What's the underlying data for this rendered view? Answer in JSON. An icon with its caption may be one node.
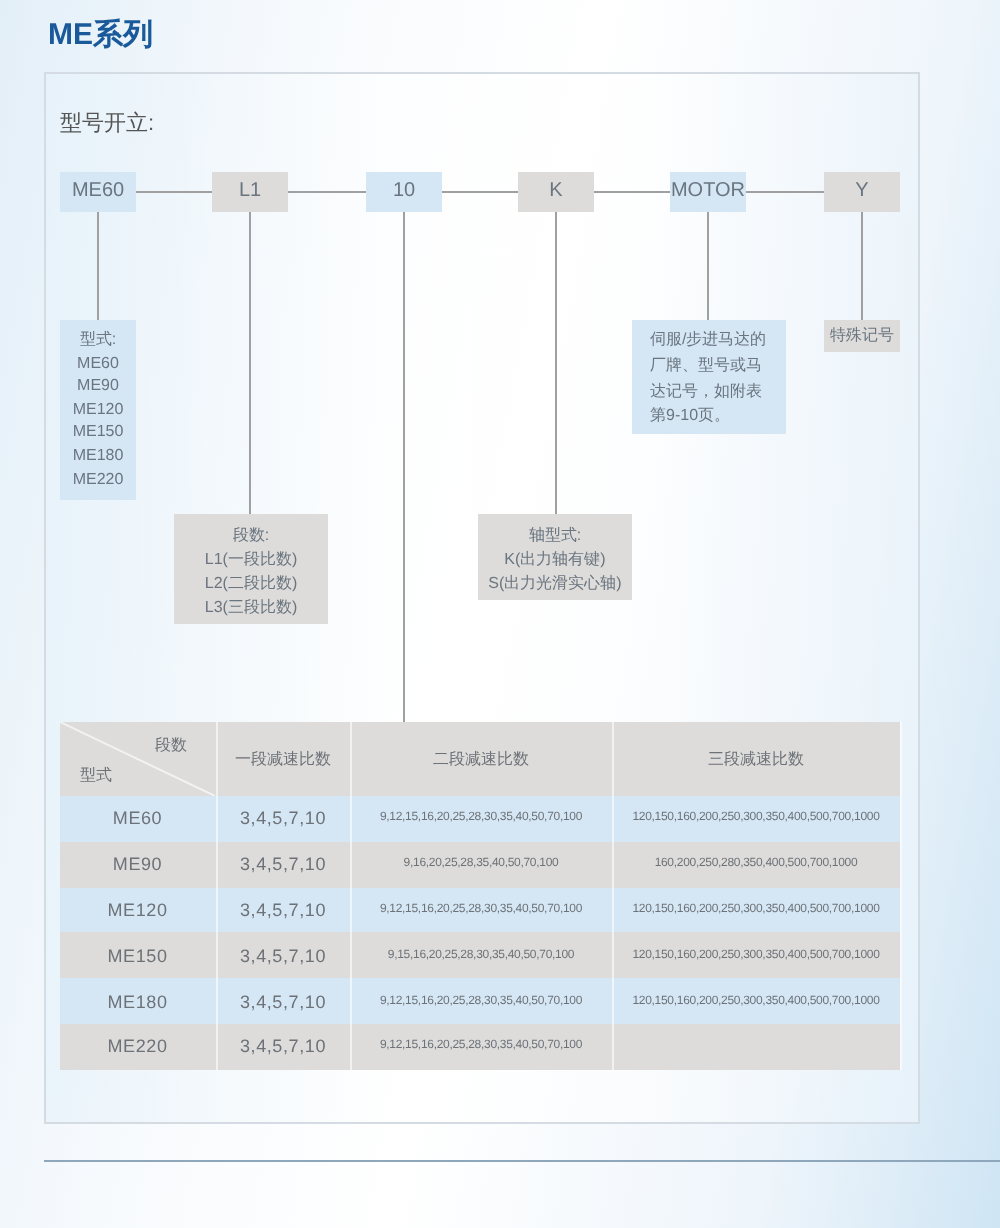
{
  "diagram": {
    "title": "ME系列",
    "nodes": [
      {
        "text": [
          "ME60"
        ]
      },
      {
        "text": [
          "L1"
        ]
      },
      {
        "text": [
          "10"
        ]
      },
      {
        "text": [
          "K"
        ]
      },
      {
        "text": [
          "MOTOR"
        ]
      },
      {
        "text": [
          "Y"
        ]
      },
      {
        "text": [
          "型式:",
          "ME60",
          "ME90",
          "ME120",
          "ME150",
          "ME180",
          "ME220"
        ]
      },
      {
        "text": [
          "段数:",
          "L1(一段比数)",
          "L2(二段比数)",
          "L3(三段比数)"
        ]
      },
      {
        "text": [
          "轴型式:",
          "K(出力轴有键)",
          "S(出力光滑实心轴)"
        ]
      },
      {
        "text": [
          "伺服/步进马达的厂牌、型号或马达记号，如附表第9-10页。"
        ]
      },
      {
        "text": [
          "特殊记号"
        ]
      }
    ],
    "edges": [
      {
        "from": 0,
        "to": 1,
        "arrow": "none"
      },
      {
        "from": 1,
        "to": 2,
        "arrow": "none"
      },
      {
        "from": 2,
        "to": 3,
        "arrow": "none"
      },
      {
        "from": 3,
        "to": 4,
        "arrow": "none"
      },
      {
        "from": 4,
        "to": 5,
        "arrow": "none"
      },
      {
        "from": 0,
        "to": 6,
        "arrow": "none"
      },
      {
        "from": 1,
        "to": 7,
        "arrow": "none"
      },
      {
        "from": 2,
        "to": null,
        "arrow": "none"
      },
      {
        "from": 3,
        "to": 8,
        "arrow": "none"
      },
      {
        "from": 4,
        "to": 9,
        "arrow": "none"
      },
      {
        "from": 5,
        "to": 10,
        "arrow": "none"
      }
    ],
    "labels": [
      "型号开立:",
      "段数",
      "型式",
      "一段减速比数",
      "二段减速比数",
      "三段减速比数",
      "ME60",
      "3,4,5,7,10",
      "9,12,15,16,20,25,28,30,35,40,50,70,100",
      "120,150,160,200,250,300,350,400,500,700,1000",
      "ME90",
      "3,4,5,7,10",
      "9,16,20,25,28,35,40,50,70,100",
      "160,200,250,280,350,400,500,700,1000",
      "ME120",
      "3,4,5,7,10",
      "9,12,15,16,20,25,28,30,35,40,50,70,100",
      "120,150,160,200,250,300,350,400,500,700,1000",
      "ME150",
      "3,4,5,7,10",
      "9,15,16,20,25,28,30,35,40,50,70,100",
      "120,150,160,200,250,300,350,400,500,700,1000",
      "ME180",
      "3,4,5,7,10",
      "9,12,15,16,20,25,28,30,35,40,50,70,100",
      "120,150,160,200,250,300,350,400,500,700,1000",
      "ME220",
      "3,4,5,7,10",
      "9,12,15,16,20,25,28,30,35,40,50,70,100"
    ]
  }
}
